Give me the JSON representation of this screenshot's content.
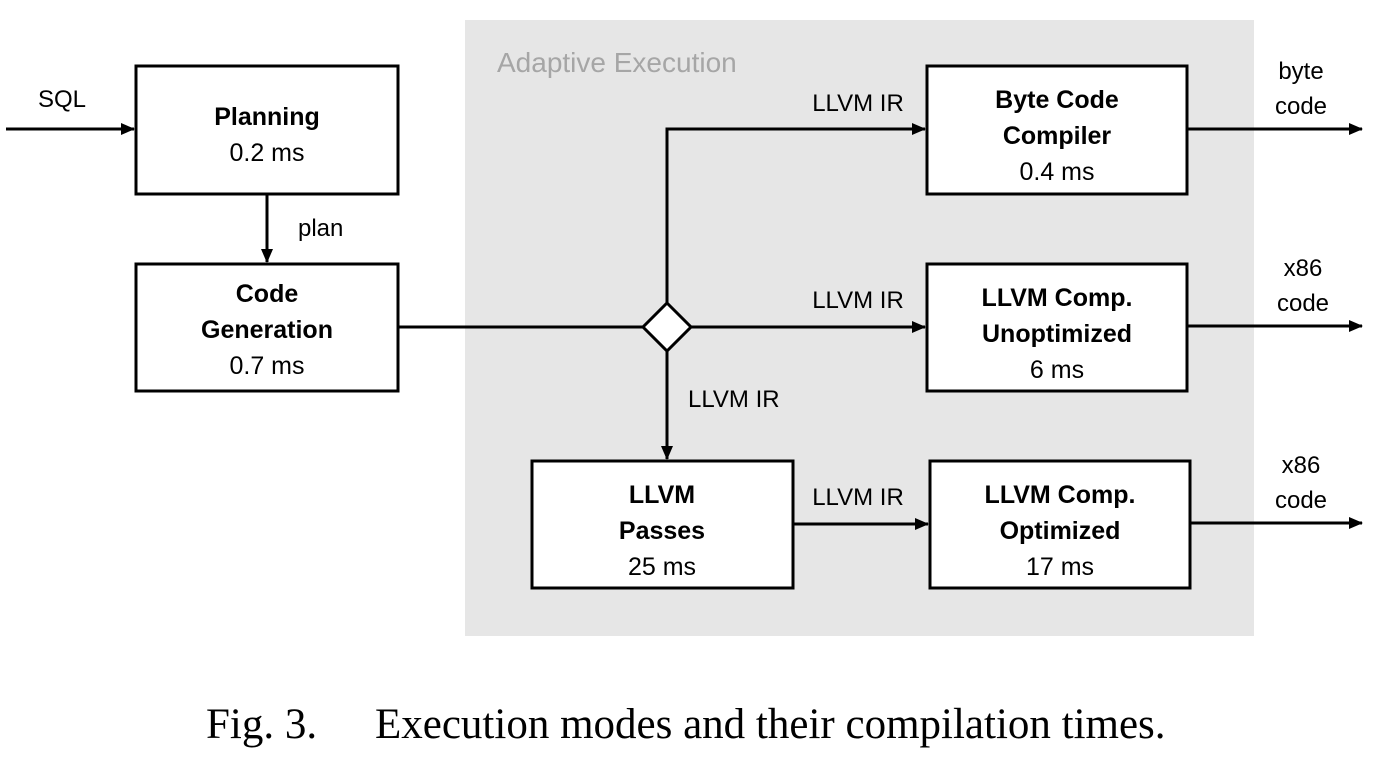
{
  "colors": {
    "region_fill": "#e6e6e6",
    "region_label": "#a6a6a6",
    "stroke": "#000000",
    "box_fill": "#ffffff"
  },
  "region": {
    "label": "Adaptive Execution"
  },
  "boxes": {
    "planning": {
      "title": "Planning",
      "time": "0.2 ms"
    },
    "codegen": {
      "title_line1": "Code",
      "title_line2": "Generation",
      "time": "0.7 ms"
    },
    "bytecode": {
      "title_line1": "Byte Code",
      "title_line2": "Compiler",
      "time": "0.4 ms"
    },
    "unopt": {
      "title_line1": "LLVM Comp.",
      "title_line2": "Unoptimized",
      "time": "6 ms"
    },
    "passes": {
      "title_line1": "LLVM",
      "title_line2": "Passes",
      "time": "25 ms"
    },
    "opt": {
      "title_line1": "LLVM Comp.",
      "title_line2": "Optimized",
      "time": "17 ms"
    }
  },
  "edge_labels": {
    "sql_input": "SQL",
    "plan": "plan",
    "ir_to_bytecode": "LLVM IR",
    "ir_to_unopt": "LLVM IR",
    "ir_to_passes": "LLVM IR",
    "ir_to_opt": "LLVM IR"
  },
  "outputs": {
    "bytecode": {
      "line1": "byte",
      "line2": "code"
    },
    "unopt": {
      "line1": "x86",
      "line2": "code"
    },
    "opt": {
      "line1": "x86",
      "line2": "code"
    }
  },
  "caption": {
    "label": "Fig. 3.",
    "text": "Execution modes and their compilation times."
  }
}
